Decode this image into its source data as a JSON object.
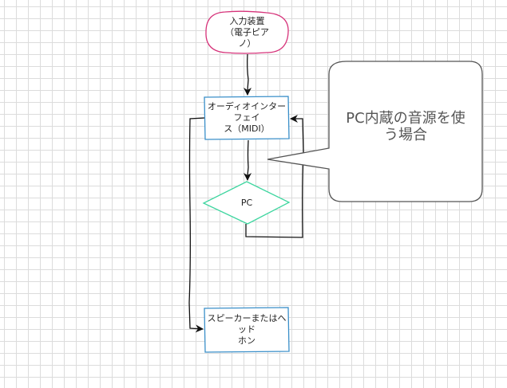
{
  "nodes": {
    "input_device": "入力装置\n（電子ピア\nノ）",
    "audio_interface": "オーディオインターフェイ\nス（MIDI）",
    "pc": "PC",
    "speaker": "スピーカーまたはヘッド\nホン"
  },
  "callout": {
    "text": "PC内蔵の音源を使\nう場合"
  },
  "colors": {
    "input_border": "#d6337a",
    "box_border": "#3a8fc9",
    "diamond_border": "#3fd6a0",
    "connector": "#111111",
    "callout_border": "#555555"
  }
}
